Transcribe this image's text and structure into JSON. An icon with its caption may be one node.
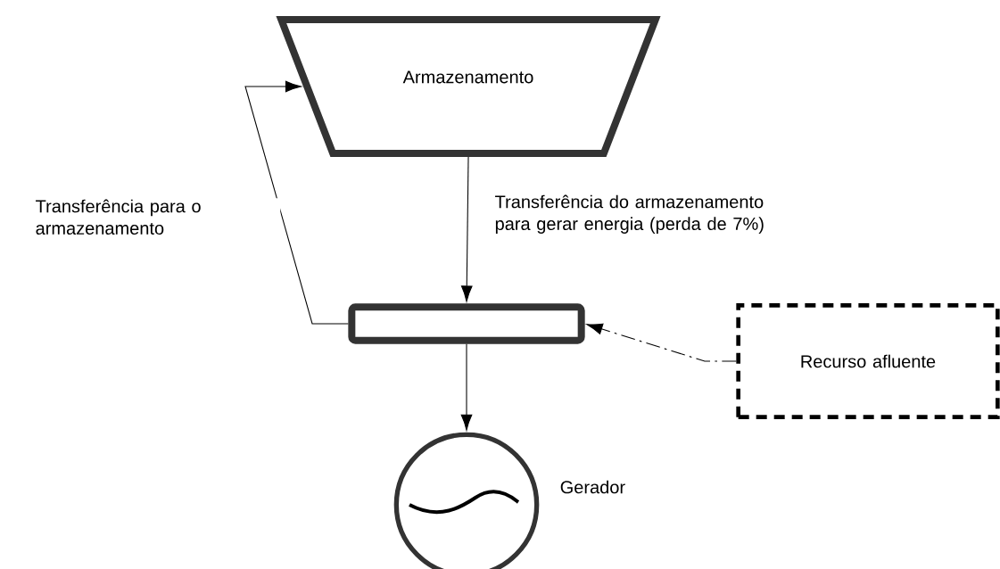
{
  "diagram": {
    "nodes": [
      {
        "text": [
          "Armazenamento"
        ]
      },
      {
        "text": [],
        "shape": "bar"
      },
      {
        "text": [
          "Recurso afluente"
        ]
      },
      {
        "text": [],
        "shape": "circle",
        "beside": [
          "Gerador"
        ]
      }
    ],
    "edges": [
      {
        "from": 0,
        "to": 1,
        "arrow": "to",
        "label": "Transferência do armazenamento para gerar energia (perda de 7%)"
      },
      {
        "from": 1,
        "to": 0,
        "arrow": "to",
        "label": "Transferência para o armazenamento"
      },
      {
        "from": 2,
        "to": 1,
        "arrow": "to",
        "style": "dashed"
      },
      {
        "from": 1,
        "to": 3,
        "arrow": "to"
      }
    ]
  }
}
